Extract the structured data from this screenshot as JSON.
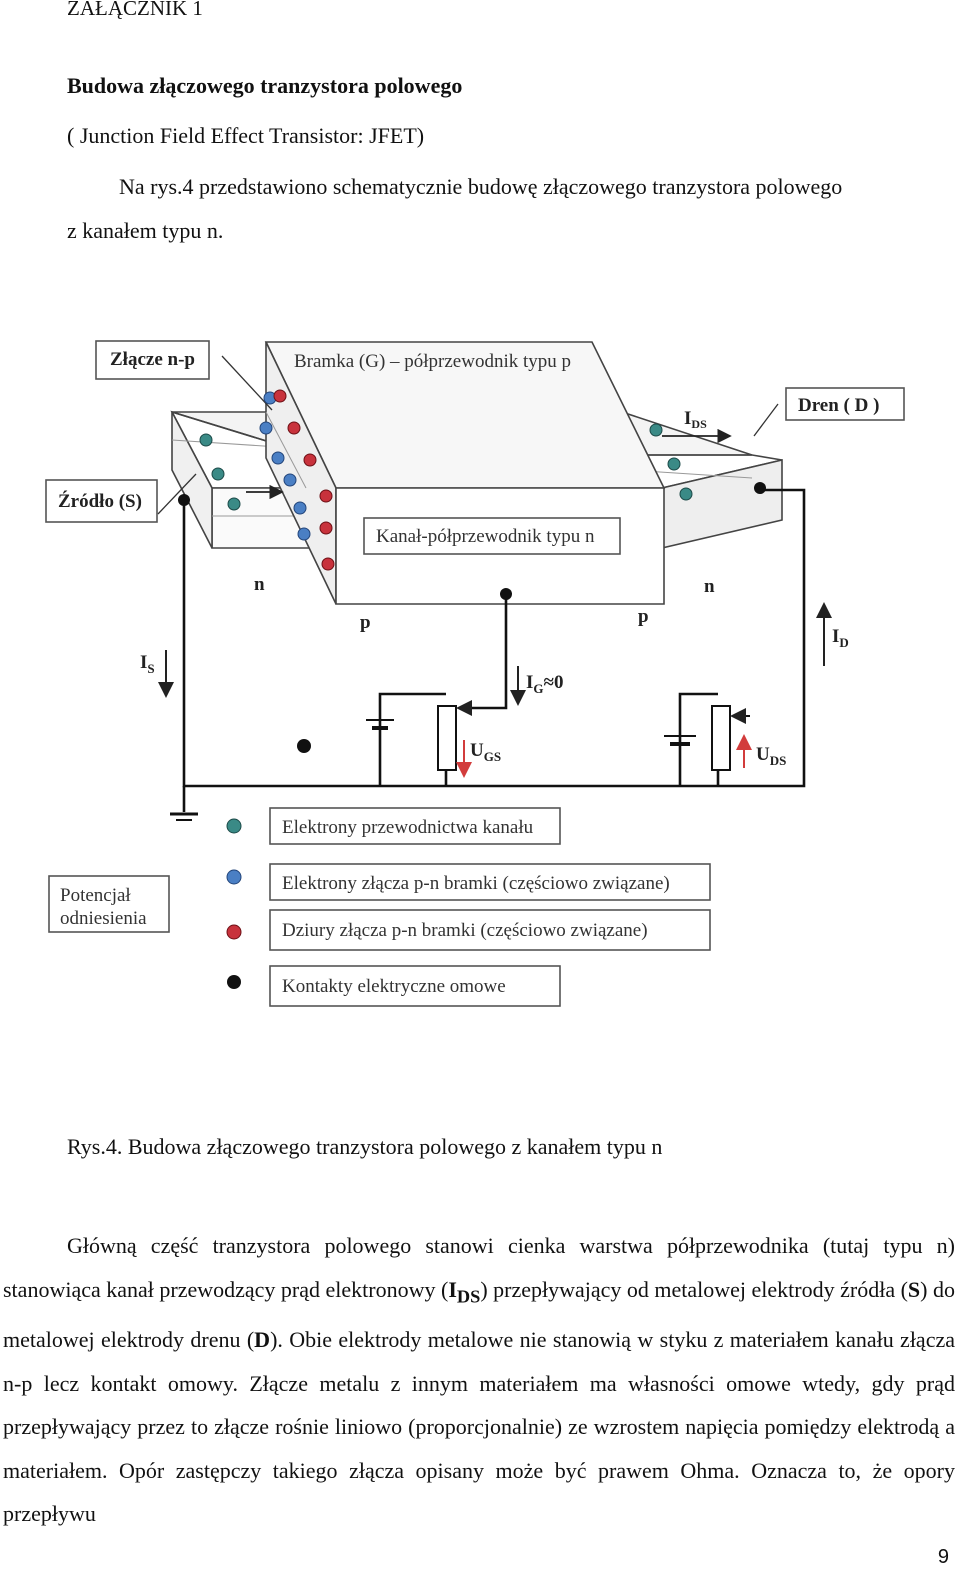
{
  "header": {
    "annex": "ZAŁĄCZNIK 1"
  },
  "section": {
    "title": "Budowa złączowego tranzystora polowego",
    "subtitle": "( Junction Field Effect Transistor: JFET)",
    "intro_line1": "Na rys.4 przedstawiono schematycznie budowę złączowego tranzystora polowego",
    "intro_line2": "z kanałem typu n."
  },
  "figure": {
    "labels": {
      "junction": "Złącze n-p",
      "gate": "Bramka (G) – półprzewodnik typu p",
      "drain": "Dren ( D )",
      "source": "Źródło (S)",
      "channel": "Kanał-półprzewodnik typu n",
      "n_left": "n",
      "n_right": "n",
      "p_left": "p",
      "p_right": "p",
      "ids_main": "I",
      "ids_sub": "DS",
      "is_main": "I",
      "is_sub": "S",
      "id_main": "I",
      "id_sub": "D",
      "ig_main": "I",
      "ig_sub": "G",
      "ig_value": "≈0",
      "ugs_main": "U",
      "ugs_sub": "GS",
      "uds_main": "U",
      "uds_sub": "DS",
      "reference_line1": "Potencjał",
      "reference_line2": "odniesienia"
    },
    "legend": [
      {
        "text": "Elektrony przewodnictwa kanału",
        "marker": "teal-electron"
      },
      {
        "text": "Elektrony złącza p-n bramki (częściowo związane)",
        "marker": "blue-electron"
      },
      {
        "text": "Dziury złącza p-n bramki (częściowo związane)",
        "marker": "red-hole"
      },
      {
        "text": "Kontakty elektryczne omowe",
        "marker": "black-contact"
      }
    ],
    "colors": {
      "teal_electron": "#3a8a86",
      "blue_electron": "#4a7fc4",
      "red_hole": "#c8323c",
      "contact": "#111111"
    },
    "caption": "Rys.4. Budowa złączowego tranzystora polowego z kanałem typu n"
  },
  "body": {
    "p1": "Główną część tranzystora polowego stanowi cienka warstwa półprzewodnika (tutaj typu n) stanowiąca kanał przewodzący prąd elektronowy (",
    "ids_main": "I",
    "ids_sub": "DS",
    "p2": ") przepływający od metalowej elektrody źródła (",
    "s": "S",
    "p3": ") do metalowej elektrody drenu (",
    "d": "D",
    "p4": "). Obie elektrody metalowe nie stanowią w styku z materiałem kanału złącza n-p lecz kontakt omowy. Złącze metalu z innym materiałem ma własności omowe wtedy, gdy prąd przepływający przez to złącze rośnie liniowo (proporcjonalnie) ze wzrostem napięcia pomiędzy elektrodą a materiałem. Opór zastępczy takiego złącza opisany może być prawem Ohma. Oznacza to, że opory przepływu"
  },
  "footer": {
    "page_number": "9"
  }
}
